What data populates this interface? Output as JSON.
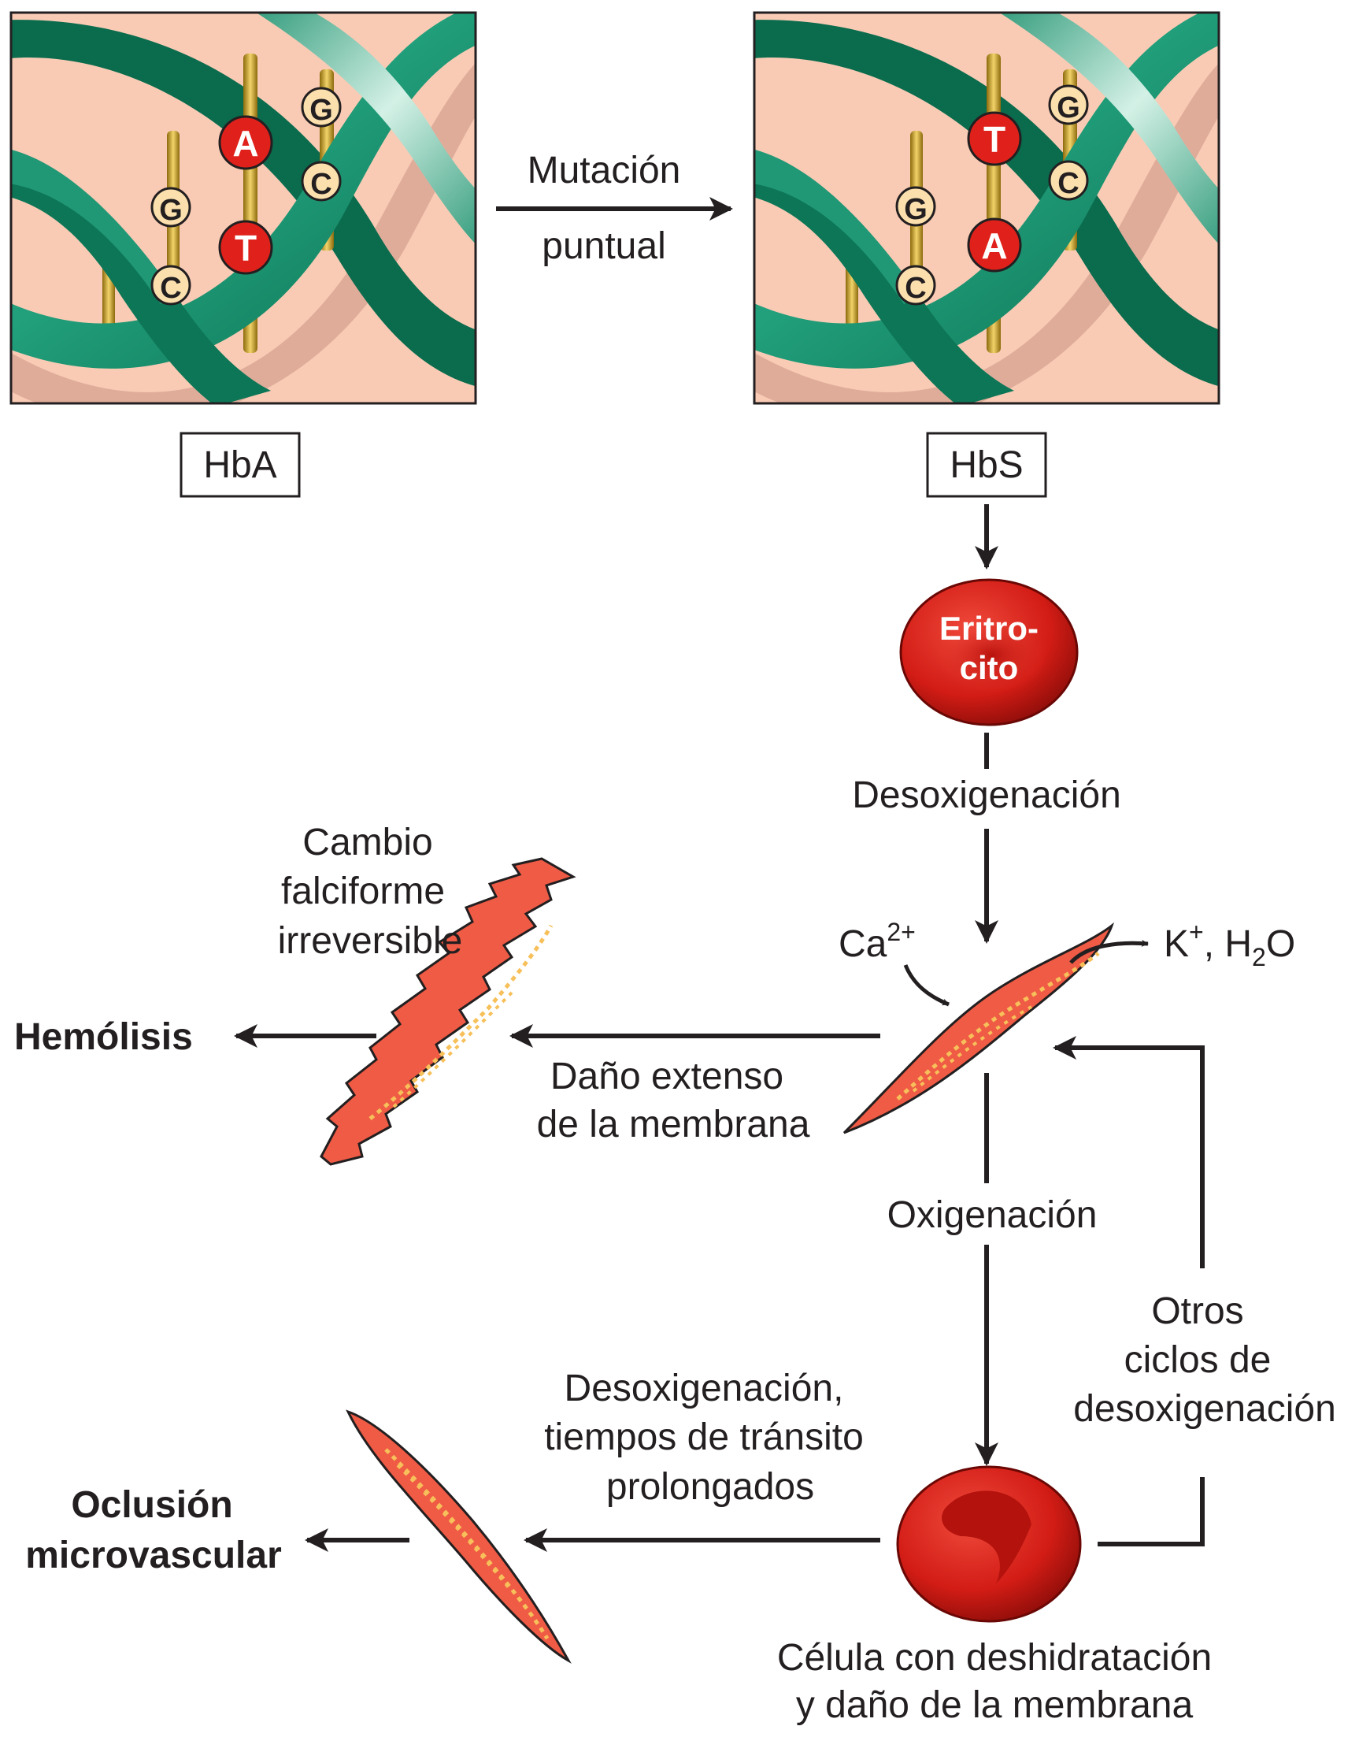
{
  "left_panel": {
    "label": "HbA",
    "pairs": [
      {
        "top": "G",
        "bottom": "C"
      },
      {
        "top": "A",
        "bottom": "T"
      },
      {
        "top": "G",
        "bottom": "C"
      }
    ]
  },
  "right_panel": {
    "label": "HbS",
    "pairs": [
      {
        "top": "G",
        "bottom": "C"
      },
      {
        "top": "T",
        "bottom": "A"
      },
      {
        "top": "G",
        "bottom": "C"
      }
    ]
  },
  "mutation_arrow": {
    "line1": "Mutación",
    "line2": "puntual"
  },
  "erythrocyte": {
    "line1": "Eritro-",
    "line2": "cito"
  },
  "steps": {
    "deoxygenation": "Desoxigenación",
    "oxygenation": "Oxigenación",
    "membrane_damage": [
      "Daño extenso",
      "de la membrana"
    ],
    "irreversible": [
      "Cambio",
      "falciforme",
      "irreversible"
    ],
    "hemolysis": "Hemólisis",
    "other_cycles": [
      "Otros",
      "ciclos de",
      "desoxigenación"
    ],
    "transit": [
      "Desoxigenación,",
      "tiempos de tránsito",
      "prolongados"
    ],
    "occlusion": [
      "Oclusión",
      "microvascular"
    ],
    "dehydrated_cell": [
      "Célula con deshidratación",
      "y daño de la membrana"
    ]
  },
  "ions": {
    "calcium": "Ca",
    "calcium_charge": "2+",
    "potassium": "K",
    "potassium_charge": "+",
    "separator": ", ",
    "water_h": "H",
    "water_sub": "2",
    "water_o": "O"
  },
  "colors": {
    "background_panel": "#f9cbb5",
    "helix_dark": "#006e4f",
    "helix_mid": "#1e9b78",
    "helix_light": "#c9ece0",
    "rung": "#c8a01e",
    "base_red": "#e0211b",
    "base_pale": "#fbe0ae",
    "cell_red": "#d81f16",
    "sickle_fill": "#ef5b45",
    "sickle_dots": "#f7c05a"
  }
}
